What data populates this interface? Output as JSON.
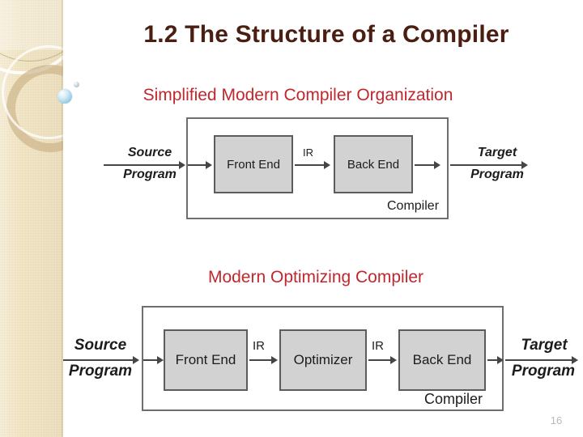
{
  "slide": {
    "title": "1.2 The Structure of a Compiler",
    "page_number": "16",
    "title_color": "#4b1e12",
    "subtitle_color": "#c1272d",
    "sidebar_color": "#ecdcb4",
    "stage_box_color": "#d2d2d2"
  },
  "sections": [
    {
      "heading": "Simplified Modern Compiler Organization",
      "diagram": {
        "input_label_line1": "Source",
        "input_label_line2": "Program",
        "output_label_line1": "Target",
        "output_label_line2": "Program",
        "container_caption": "Compiler",
        "stages": [
          {
            "label": "Front End"
          },
          {
            "label": "Back End"
          }
        ],
        "connectors": [
          {
            "label": "IR"
          }
        ]
      }
    },
    {
      "heading": "Modern Optimizing Compiler",
      "diagram": {
        "input_label_line1": "Source",
        "input_label_line2": "Program",
        "output_label_line1": "Target",
        "output_label_line2": "Program",
        "container_caption": "Compiler",
        "stages": [
          {
            "label": "Front End"
          },
          {
            "label": "Optimizer"
          },
          {
            "label": "Back End"
          }
        ],
        "connectors": [
          {
            "label": "IR"
          },
          {
            "label": "IR"
          }
        ]
      }
    }
  ]
}
